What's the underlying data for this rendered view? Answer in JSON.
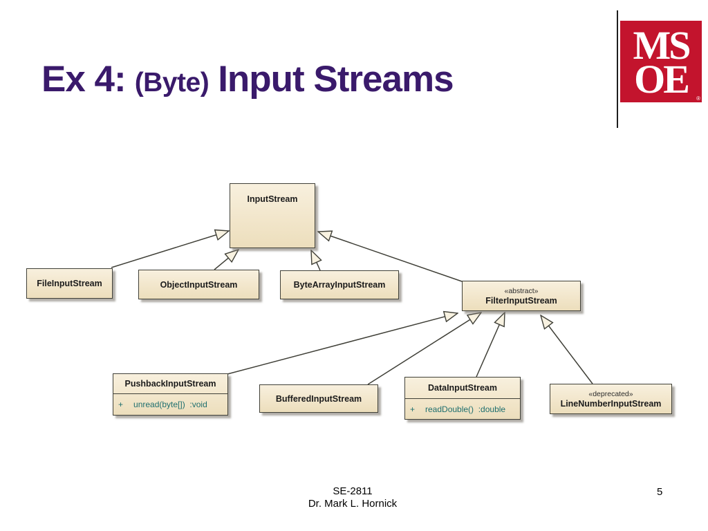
{
  "title": {
    "prefix": "Ex 4:",
    "middle": "(Byte)",
    "suffix": "Input Streams"
  },
  "logo": {
    "top": "MS",
    "bottom": "OE",
    "registered": "®"
  },
  "footer": {
    "course": "SE-2811",
    "author": "Dr. Mark L. Hornick",
    "page": "5"
  },
  "colors": {
    "title_purple": "#3A1A6B",
    "logo_red": "#C3142D",
    "box_fill": "#F3E9D1",
    "box_border": "#3F3F37",
    "method_text": "#1D6E6E",
    "edge_color": "#3F3F37"
  },
  "diagram": {
    "classes": [
      {
        "name": "InputStream"
      },
      {
        "name": "FileInputStream"
      },
      {
        "name": "ObjectInputStream"
      },
      {
        "name": "ByteArrayInputStream"
      },
      {
        "stereotype": "«abstract»",
        "name": "FilterInputStream"
      },
      {
        "name": "PushbackInputStream",
        "visibility": "+",
        "method": "unread(byte[])  :void"
      },
      {
        "name": "BufferedInputStream"
      },
      {
        "name": "DataInputStream",
        "visibility": "+",
        "method": "readDouble()  :double"
      },
      {
        "stereotype": "«deprecated»",
        "name": "LineNumberInputStream"
      }
    ],
    "relations": [
      {
        "from": "FileInputStream",
        "to": "InputStream",
        "type": "generalization"
      },
      {
        "from": "ObjectInputStream",
        "to": "InputStream",
        "type": "generalization"
      },
      {
        "from": "ByteArrayInputStream",
        "to": "InputStream",
        "type": "generalization"
      },
      {
        "from": "FilterInputStream",
        "to": "InputStream",
        "type": "generalization"
      },
      {
        "from": "PushbackInputStream",
        "to": "FilterInputStream",
        "type": "generalization"
      },
      {
        "from": "BufferedInputStream",
        "to": "FilterInputStream",
        "type": "generalization"
      },
      {
        "from": "DataInputStream",
        "to": "FilterInputStream",
        "type": "generalization"
      },
      {
        "from": "LineNumberInputStream",
        "to": "FilterInputStream",
        "type": "generalization"
      }
    ]
  }
}
